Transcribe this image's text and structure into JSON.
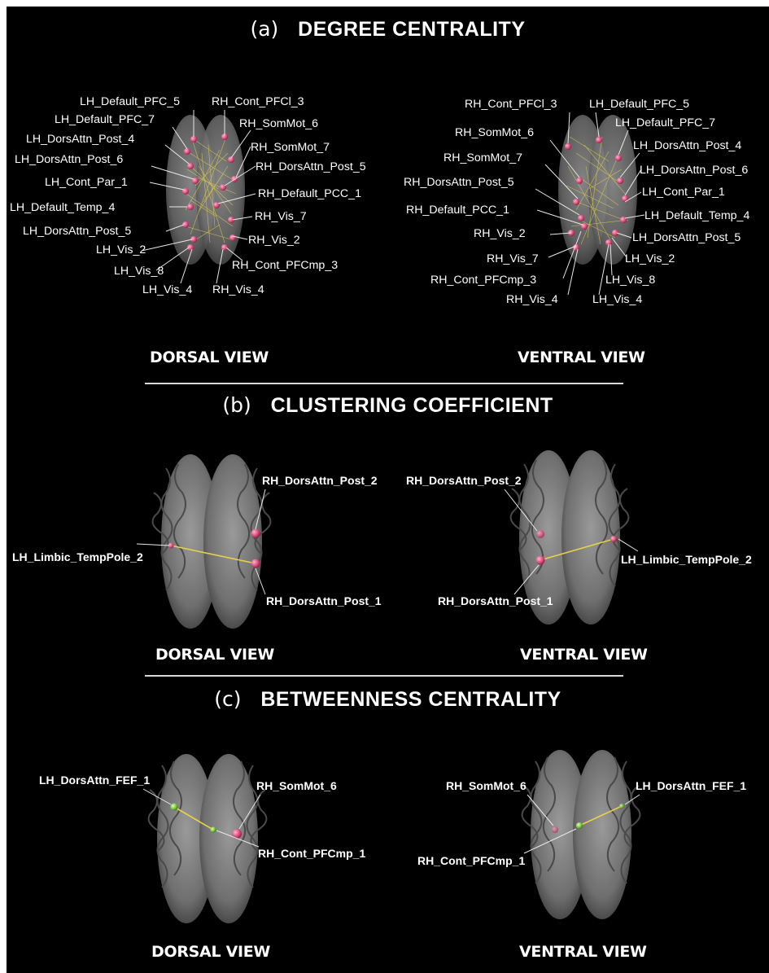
{
  "sections": [
    {
      "letter": "(a)",
      "title": "DEGREE CENTRALITY"
    },
    {
      "letter": "(b)",
      "title": "CLUSTERING COEFFICIENT"
    },
    {
      "letter": "(c)",
      "title": "BETWEENNESS CENTRALITY"
    }
  ],
  "views": {
    "dorsal": "DORSAL VIEW",
    "ventral": "VENTRAL VIEW"
  },
  "colors": {
    "background": "#000000",
    "node": "#d94f7c",
    "node_highlight": "#7ac943",
    "edge": "#e6d34a",
    "brain": "#8a8a8a",
    "label": "#ffffff"
  },
  "a_dorsal_labels": {
    "l1": "LH_Default_PFC_5",
    "l2": "LH_Default_PFC_7",
    "l3": "LH_DorsAttn_Post_4",
    "l4": "LH_DorsAttn_Post_6",
    "l5": "LH_Cont_Par_1",
    "l6": "LH_Default_Temp_4",
    "l7": "LH_DorsAttn_Post_5",
    "l8": "LH_Vis_2",
    "l9": "LH_Vis_8",
    "l10": "LH_Vis_4",
    "r1": "RH_Cont_PFCl_3",
    "r2": "RH_SomMot_6",
    "r3": "RH_SomMot_7",
    "r4": "RH_DorsAttn_Post_5",
    "r5": "RH_Default_PCC_1",
    "r6": "RH_Vis_7",
    "r7": "RH_Vis_2",
    "r8": "RH_Cont_PFCmp_3",
    "r9": "RH_Vis_4"
  },
  "a_ventral_labels": {
    "r1": "RH_Cont_PFCl_3",
    "r2": "RH_SomMot_6",
    "r3": "RH_SomMot_7",
    "r4": "RH_DorsAttn_Post_5",
    "r5": "RH_Default_PCC_1",
    "r6": "RH_Vis_2",
    "r7": "RH_Vis_7",
    "r8": "RH_Cont_PFCmp_3",
    "r9": "RH_Vis_4",
    "l1": "LH_Default_PFC_5",
    "l2": "LH_Default_PFC_7",
    "l3": "LH_DorsAttn_Post_4",
    "l4": "LH_DorsAttn_Post_6",
    "l5": "LH_Cont_Par_1",
    "l6": "LH_Default_Temp_4",
    "l7": "LH_DorsAttn_Post_5",
    "l8": "LH_Vis_2",
    "l9": "LH_Vis_8",
    "l10": "LH_Vis_4"
  },
  "b_labels": {
    "rh_post2": "RH_DorsAttn_Post_2",
    "rh_post1": "RH_DorsAttn_Post_1",
    "lh_temppole": "LH_Limbic_TempPole_2"
  },
  "c_labels": {
    "lh_fef": "LH_DorsAttn_FEF_1",
    "rh_sommot": "RH_SomMot_6",
    "rh_pfcmp": "RH_Cont_PFCmp_1"
  }
}
